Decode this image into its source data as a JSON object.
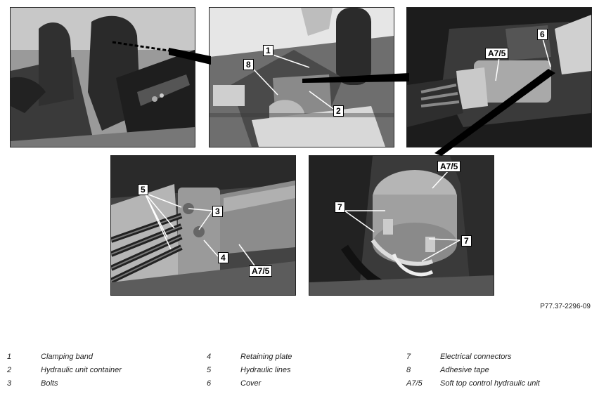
{
  "document_id": "P77.37-2296-09",
  "callouts": {
    "p2_1": "1",
    "p2_8": "8",
    "p2_2": "2",
    "p3_a75": "A7/5",
    "p3_6": "6",
    "p4_5": "5",
    "p4_3": "3",
    "p4_4": "4",
    "p4_a75": "A7/5",
    "p5_a75": "A7/5",
    "p5_7a": "7",
    "p5_7b": "7"
  },
  "legend": [
    {
      "num": "1",
      "text": "Clamping band"
    },
    {
      "num": "2",
      "text": "Hydraulic unit container"
    },
    {
      "num": "3",
      "text": "Bolts"
    },
    {
      "num": "4",
      "text": "Retaining plate"
    },
    {
      "num": "5",
      "text": "Hydraulic lines"
    },
    {
      "num": "6",
      "text": "Cover"
    },
    {
      "num": "7",
      "text": "Electrical connectors"
    },
    {
      "num": "8",
      "text": "Adhesive tape"
    },
    {
      "num": "A7/5",
      "text": "Soft top control hydraulic unit"
    }
  ]
}
